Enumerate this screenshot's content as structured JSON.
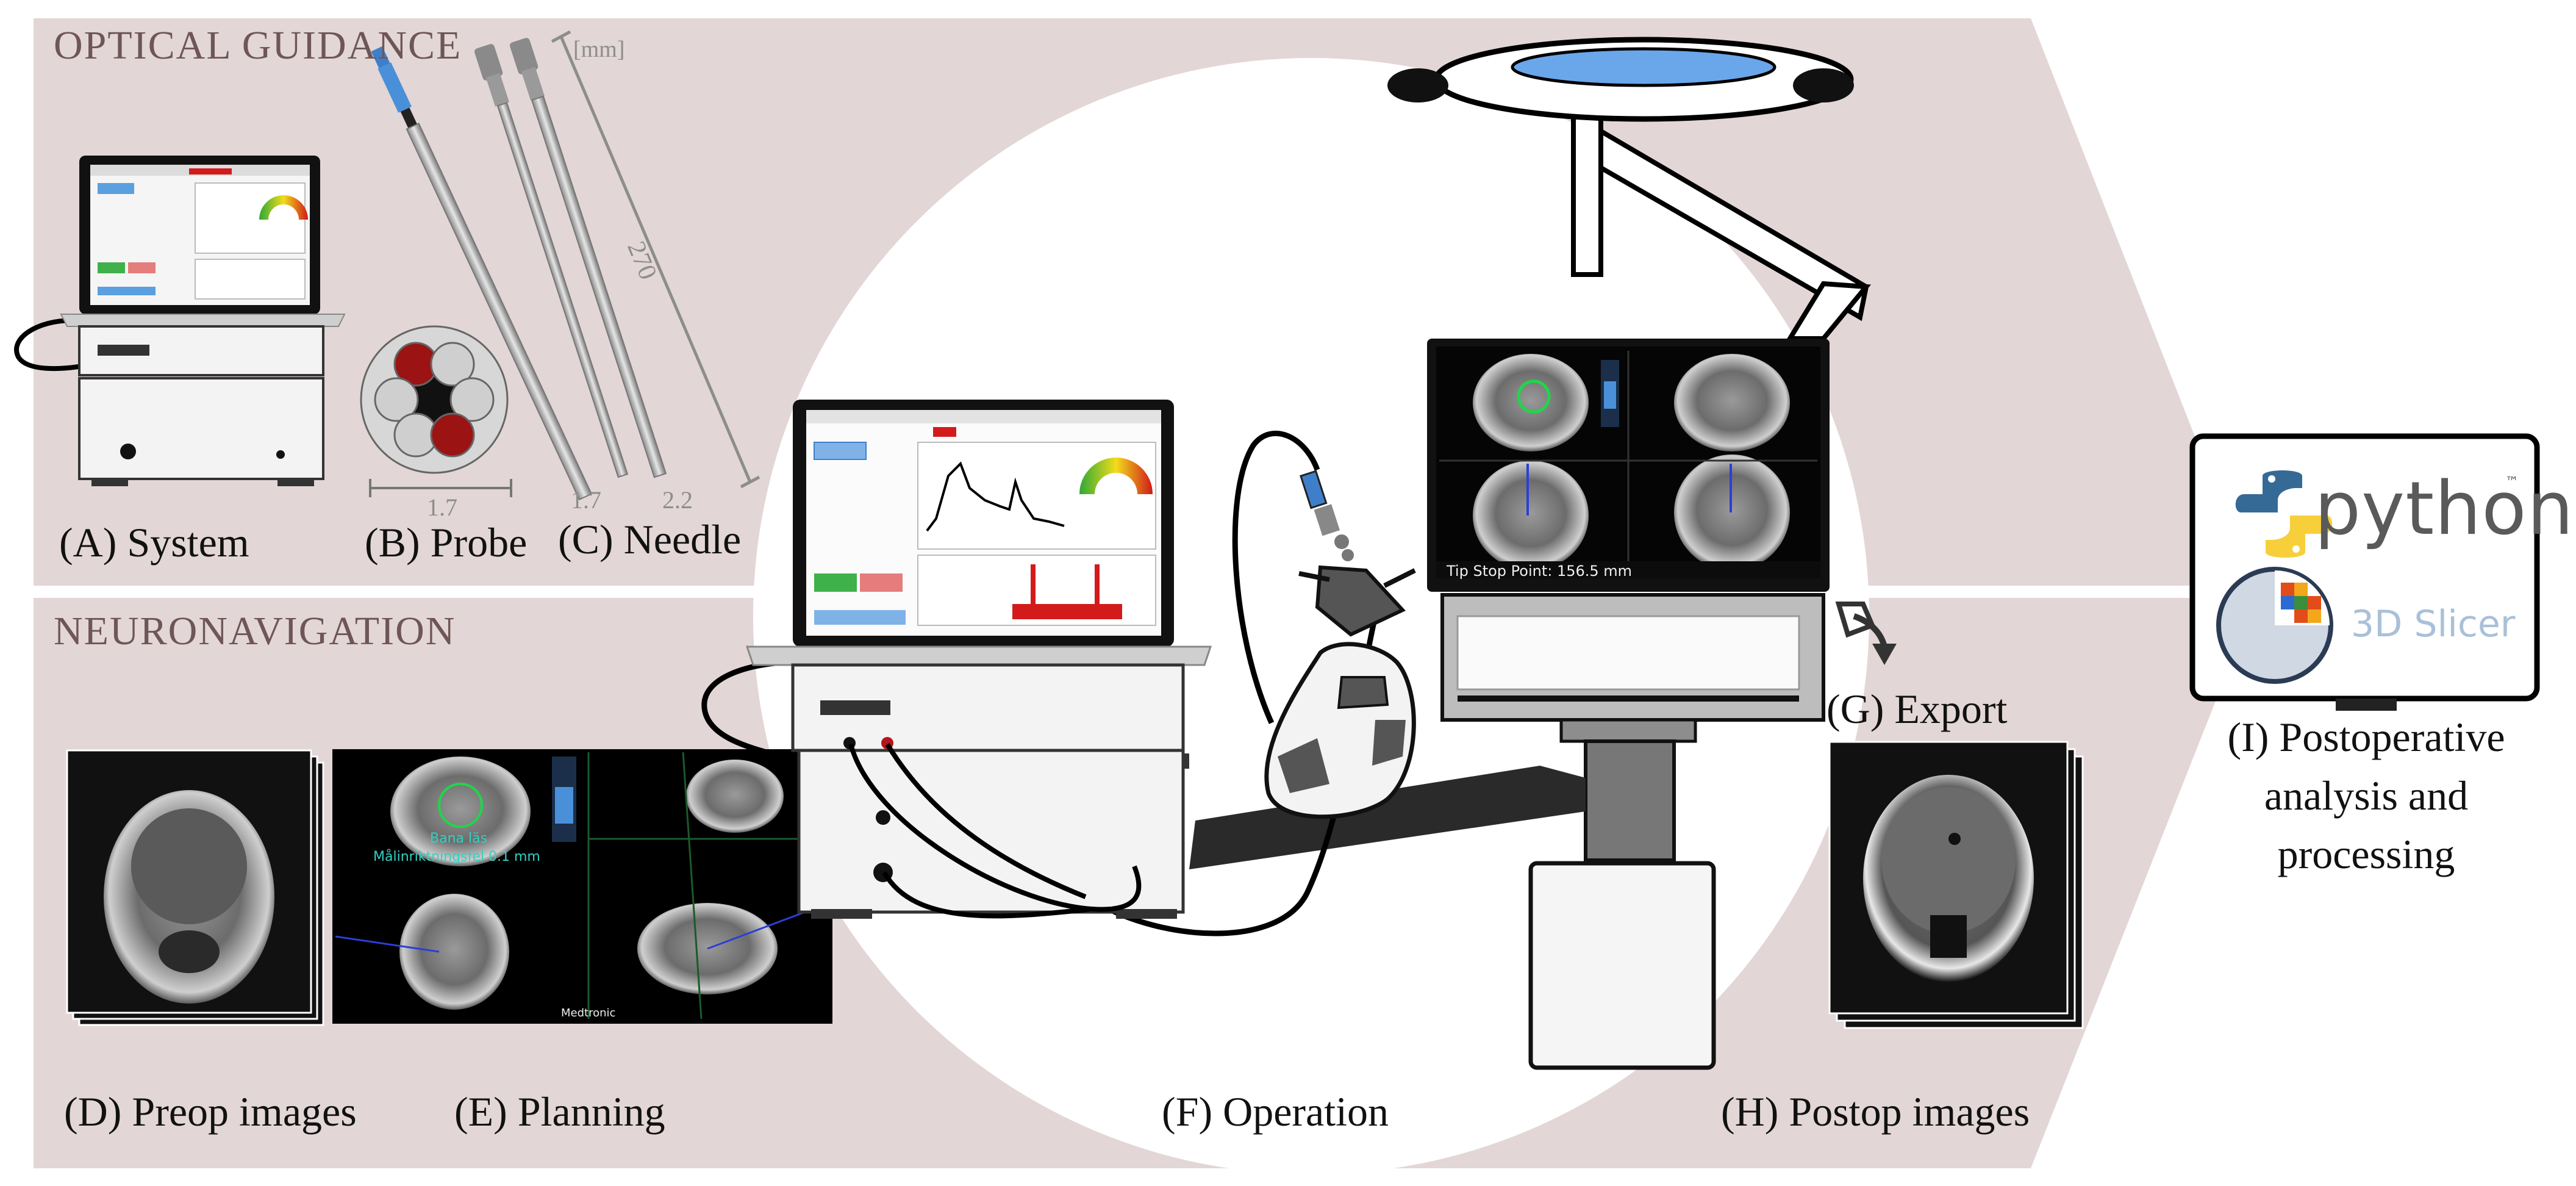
{
  "sections": {
    "optical": "OPTICAL GUIDANCE",
    "neuro": "NEURONAVIGATION"
  },
  "labels": {
    "system": "(A) System",
    "probe": "(B) Probe",
    "needle": "(C) Needle",
    "preop": "(D) Preop images",
    "planning": "(E) Planning",
    "operation": "(F) Operation",
    "export": "(G) Export",
    "postop": "(H) Postop images",
    "postoperative": [
      "(I) Postoperative",
      "analysis and",
      "processing"
    ]
  },
  "dimensions": {
    "unit": "[mm]",
    "length": "270",
    "probe_width": "1.7",
    "needle_a": "1.7",
    "needle_b": "2.2"
  },
  "logos": {
    "python": "python",
    "python_tm": "™",
    "slicer": "3D Slicer"
  },
  "screen_text": {
    "planning_line1": "Bana läs",
    "planning_line2": "Målinriktningsfel   0.1 mm",
    "planning_brand": "Medtronic",
    "nav_footer": "Tip Stop Point: 156.5 mm"
  },
  "colors": {
    "panel": "#e3d6d6",
    "section_text": "#6f5656",
    "accent_red": "#b5151b",
    "probe_blue": "#3f7fc9",
    "lamp_blue": "#6aa6ea"
  }
}
